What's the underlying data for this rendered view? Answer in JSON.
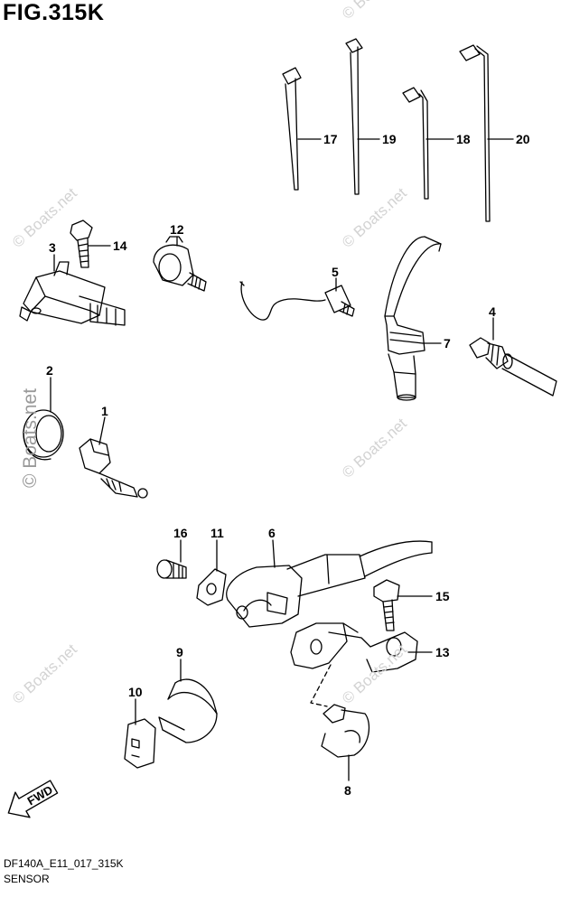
{
  "figure": {
    "title": "FIG.315K",
    "model_code": "DF140A_E11_017_315K",
    "section_name": "SENSOR"
  },
  "fwd_label": "FWD",
  "watermark_text": "© Boats.net",
  "colors": {
    "line": "#000000",
    "watermark": "#d3d3d3"
  },
  "parts": [
    {
      "number": "1"
    },
    {
      "number": "2"
    },
    {
      "number": "3"
    },
    {
      "number": "4"
    },
    {
      "number": "5"
    },
    {
      "number": "6"
    },
    {
      "number": "7"
    },
    {
      "number": "8"
    },
    {
      "number": "9"
    },
    {
      "number": "10"
    },
    {
      "number": "11"
    },
    {
      "number": "12"
    },
    {
      "number": "13"
    },
    {
      "number": "14"
    },
    {
      "number": "15"
    },
    {
      "number": "16"
    },
    {
      "number": "17"
    },
    {
      "number": "18"
    },
    {
      "number": "19"
    },
    {
      "number": "20"
    }
  ]
}
